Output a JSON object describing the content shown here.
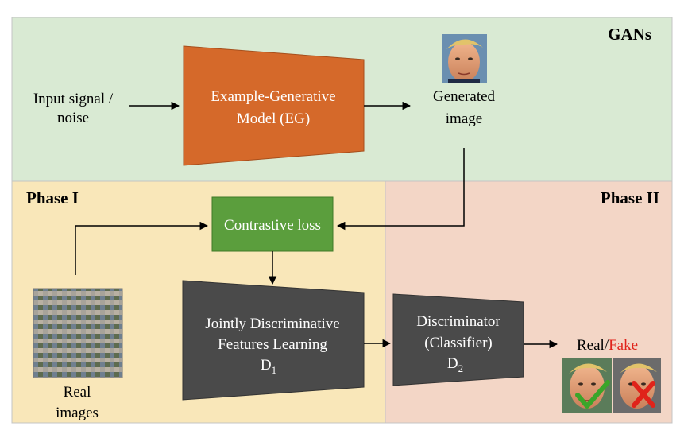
{
  "regions": {
    "gans": {
      "label": "GANs",
      "color": "#d9ead3"
    },
    "phase1": {
      "label": "Phase I",
      "color": "#f9e7b9"
    },
    "phase2": {
      "label": "Phase II",
      "color": "#f3d6c6"
    }
  },
  "input": {
    "line1": "Input signal /",
    "line2": "noise"
  },
  "generator": {
    "line1": "Example-Generative",
    "line2": "Model (EG)",
    "color": "#d5692a"
  },
  "generated": {
    "line1": "Generated",
    "line2": "image"
  },
  "loss": {
    "label": "Contrastive loss",
    "color": "#5b9e3d"
  },
  "real_images": {
    "line1": "Real",
    "line2": "images"
  },
  "d1": {
    "line1": "Jointly Discriminative",
    "line2": "Features Learning",
    "line3_main": "D",
    "line3_sub": "1",
    "color": "#4a4a4a"
  },
  "d2": {
    "line1": "Discriminator",
    "line2": "(Classifier)",
    "line3_main": "D",
    "line3_sub": "2",
    "color": "#4a4a4a"
  },
  "output": {
    "real": "Real",
    "slash": "/",
    "fake": "Fake",
    "fake_color": "#e0231a"
  },
  "marks": {
    "check_color": "#3aa52a",
    "cross_color": "#e0231a"
  }
}
